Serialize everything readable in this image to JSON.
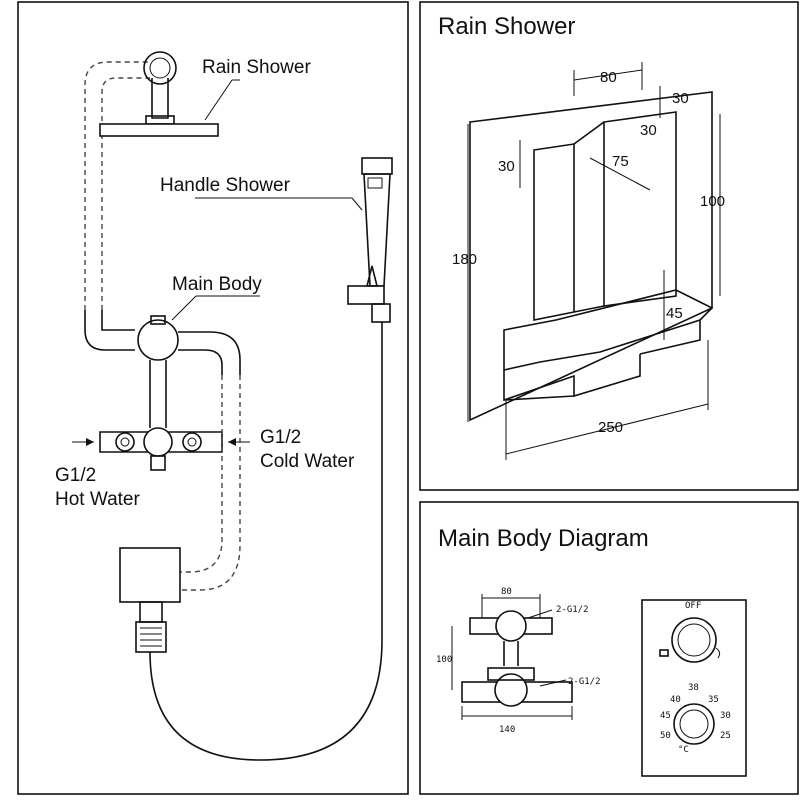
{
  "left_panel": {
    "labels": {
      "rain_shower": "Rain Shower",
      "handle_shower": "Handle Shower",
      "main_body": "Main Body",
      "hot_size": "G1/2",
      "hot_label": "Hot Water",
      "cold_size": "G1/2",
      "cold_label": "Cold Water"
    }
  },
  "rain_panel": {
    "title": "Rain Shower",
    "dims": {
      "top_width": "80",
      "top_depth": "30",
      "right_depth": "30",
      "left_depth": "30",
      "diagonal": "75",
      "height_right": "100",
      "height_total": "180",
      "step": "45",
      "width": "250"
    }
  },
  "body_panel": {
    "title": "Main Body Diagram",
    "dims": {
      "top_width": "80",
      "height": "100",
      "width": "140",
      "port_top": "2-G1/2",
      "port_bottom": "2-G1/2"
    },
    "dial_top": {
      "label": "OFF"
    },
    "dial_bottom": {
      "values": [
        "38",
        "40",
        "35",
        "45",
        "30",
        "50",
        "25"
      ],
      "unit": "°C"
    }
  }
}
